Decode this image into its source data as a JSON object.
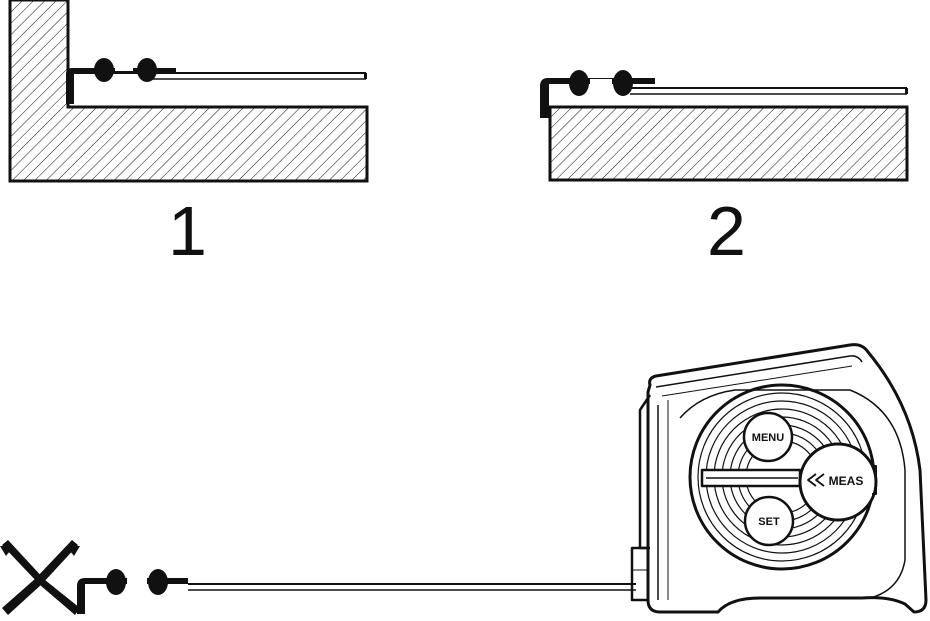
{
  "steps": [
    {
      "number": "1"
    },
    {
      "number": "2"
    }
  ],
  "device": {
    "buttons": {
      "menu": "MENU",
      "meas": "MEAS",
      "set": "SET"
    }
  },
  "colors": {
    "ink": "#111111",
    "paper": "#ffffff"
  }
}
